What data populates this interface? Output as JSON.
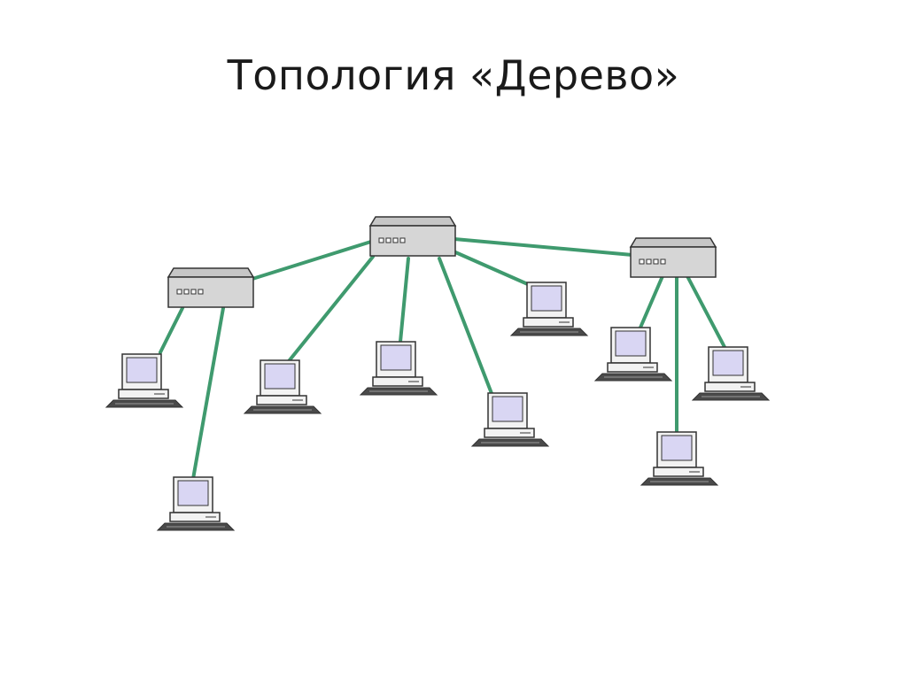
{
  "slide": {
    "title": "Топология «Дерево»"
  },
  "colors": {
    "link": "#3f9a6e",
    "hub_body": "#d6d6d6",
    "hub_top": "#c6c6c6",
    "outline": "#333333",
    "screen": "#d9d6f3",
    "computer_body": "#f2f2f2",
    "keyboard": "#4a4a4a"
  },
  "diagram": {
    "hubs": [
      {
        "id": "hub-root",
        "icon": "network-hub-icon"
      },
      {
        "id": "hub-left",
        "icon": "network-hub-icon"
      },
      {
        "id": "hub-right",
        "icon": "network-hub-icon"
      }
    ],
    "computers": [
      {
        "id": "pc-1",
        "icon": "computer-icon",
        "parent": "hub-left"
      },
      {
        "id": "pc-2",
        "icon": "computer-icon",
        "parent": "hub-left"
      },
      {
        "id": "pc-3",
        "icon": "computer-icon",
        "parent": "hub-root"
      },
      {
        "id": "pc-4",
        "icon": "computer-icon",
        "parent": "hub-root"
      },
      {
        "id": "pc-5",
        "icon": "computer-icon",
        "parent": "hub-root"
      },
      {
        "id": "pc-6",
        "icon": "computer-icon",
        "parent": "hub-root"
      },
      {
        "id": "pc-7",
        "icon": "computer-icon",
        "parent": "hub-right"
      },
      {
        "id": "pc-8",
        "icon": "computer-icon",
        "parent": "hub-right"
      },
      {
        "id": "pc-9",
        "icon": "computer-icon",
        "parent": "hub-right"
      }
    ],
    "links": [
      [
        "hub-root",
        "hub-left"
      ],
      [
        "hub-root",
        "hub-right"
      ],
      [
        "hub-root",
        "pc-3"
      ],
      [
        "hub-root",
        "pc-4"
      ],
      [
        "hub-root",
        "pc-5"
      ],
      [
        "hub-root",
        "pc-6"
      ],
      [
        "hub-left",
        "pc-1"
      ],
      [
        "hub-left",
        "pc-2"
      ],
      [
        "hub-right",
        "pc-7"
      ],
      [
        "hub-right",
        "pc-8"
      ],
      [
        "hub-right",
        "pc-9"
      ]
    ]
  }
}
